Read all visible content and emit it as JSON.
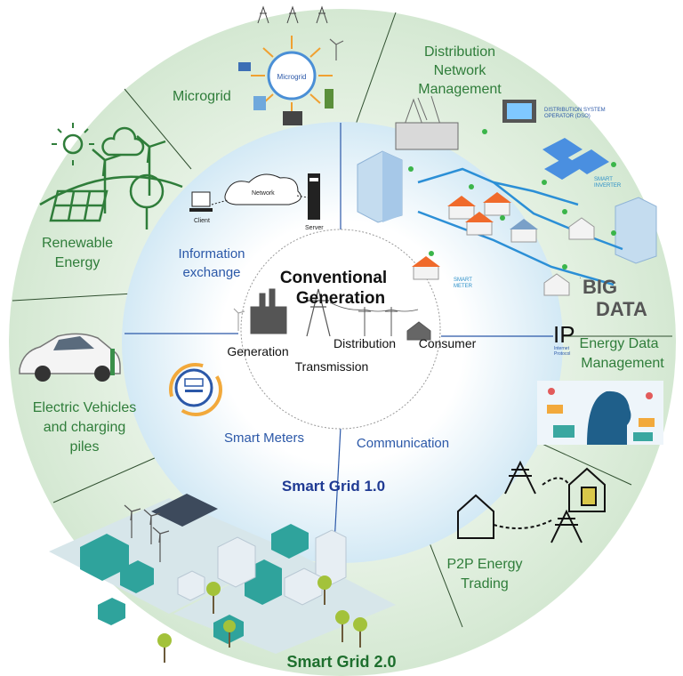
{
  "outer_ring": {
    "title": "Smart Grid 2.0",
    "segments": {
      "microgrid": "Microgrid",
      "distribution": [
        "Distribution",
        "Network",
        "Management"
      ],
      "renewable": [
        "Renewable",
        "Energy"
      ],
      "energy_data": [
        "Energy Data",
        "Management"
      ],
      "ev": [
        "Electric Vehicles",
        "and charging",
        "piles"
      ],
      "p2p": [
        "P2P Energy",
        "Trading"
      ]
    }
  },
  "inner_ring": {
    "title": "Smart Grid 1.0",
    "segments": {
      "information": [
        "Information",
        "exchange"
      ],
      "smart_meters": "Smart Meters",
      "communication": "Communication"
    },
    "network_labels": {
      "network": "Network",
      "client": "Client",
      "server": "Server"
    }
  },
  "center": {
    "title": [
      "Conventional",
      "Generation"
    ],
    "stages": {
      "generation": "Generation",
      "transmission": "Transmission",
      "distribution": "Distribution",
      "consumer": "Consumer"
    }
  },
  "illustration_text": {
    "microgrid_hub": "Microgrid",
    "dso": [
      "DISTRIBUTION SYSTEM",
      "OPERATOR (DSO)"
    ],
    "smart_inverter": [
      "SMART",
      "INVERTER"
    ],
    "smart_meter": [
      "SMART",
      "METER"
    ],
    "big_data": [
      "BIG",
      "DATA"
    ],
    "ip": "IP",
    "ip_caption": [
      "Internet",
      "Protocol"
    ]
  },
  "colors": {
    "outer_fill": "#dfeedd",
    "inner_fill": "#e1f0f7",
    "green_text": "#2f7d3a",
    "blue_text": "#2b58a8",
    "navy_title": "#1f3a93",
    "dark_green_title": "#1e6f2e",
    "teal": "#3aa7a0",
    "line_blue": "#3a7fd5"
  }
}
